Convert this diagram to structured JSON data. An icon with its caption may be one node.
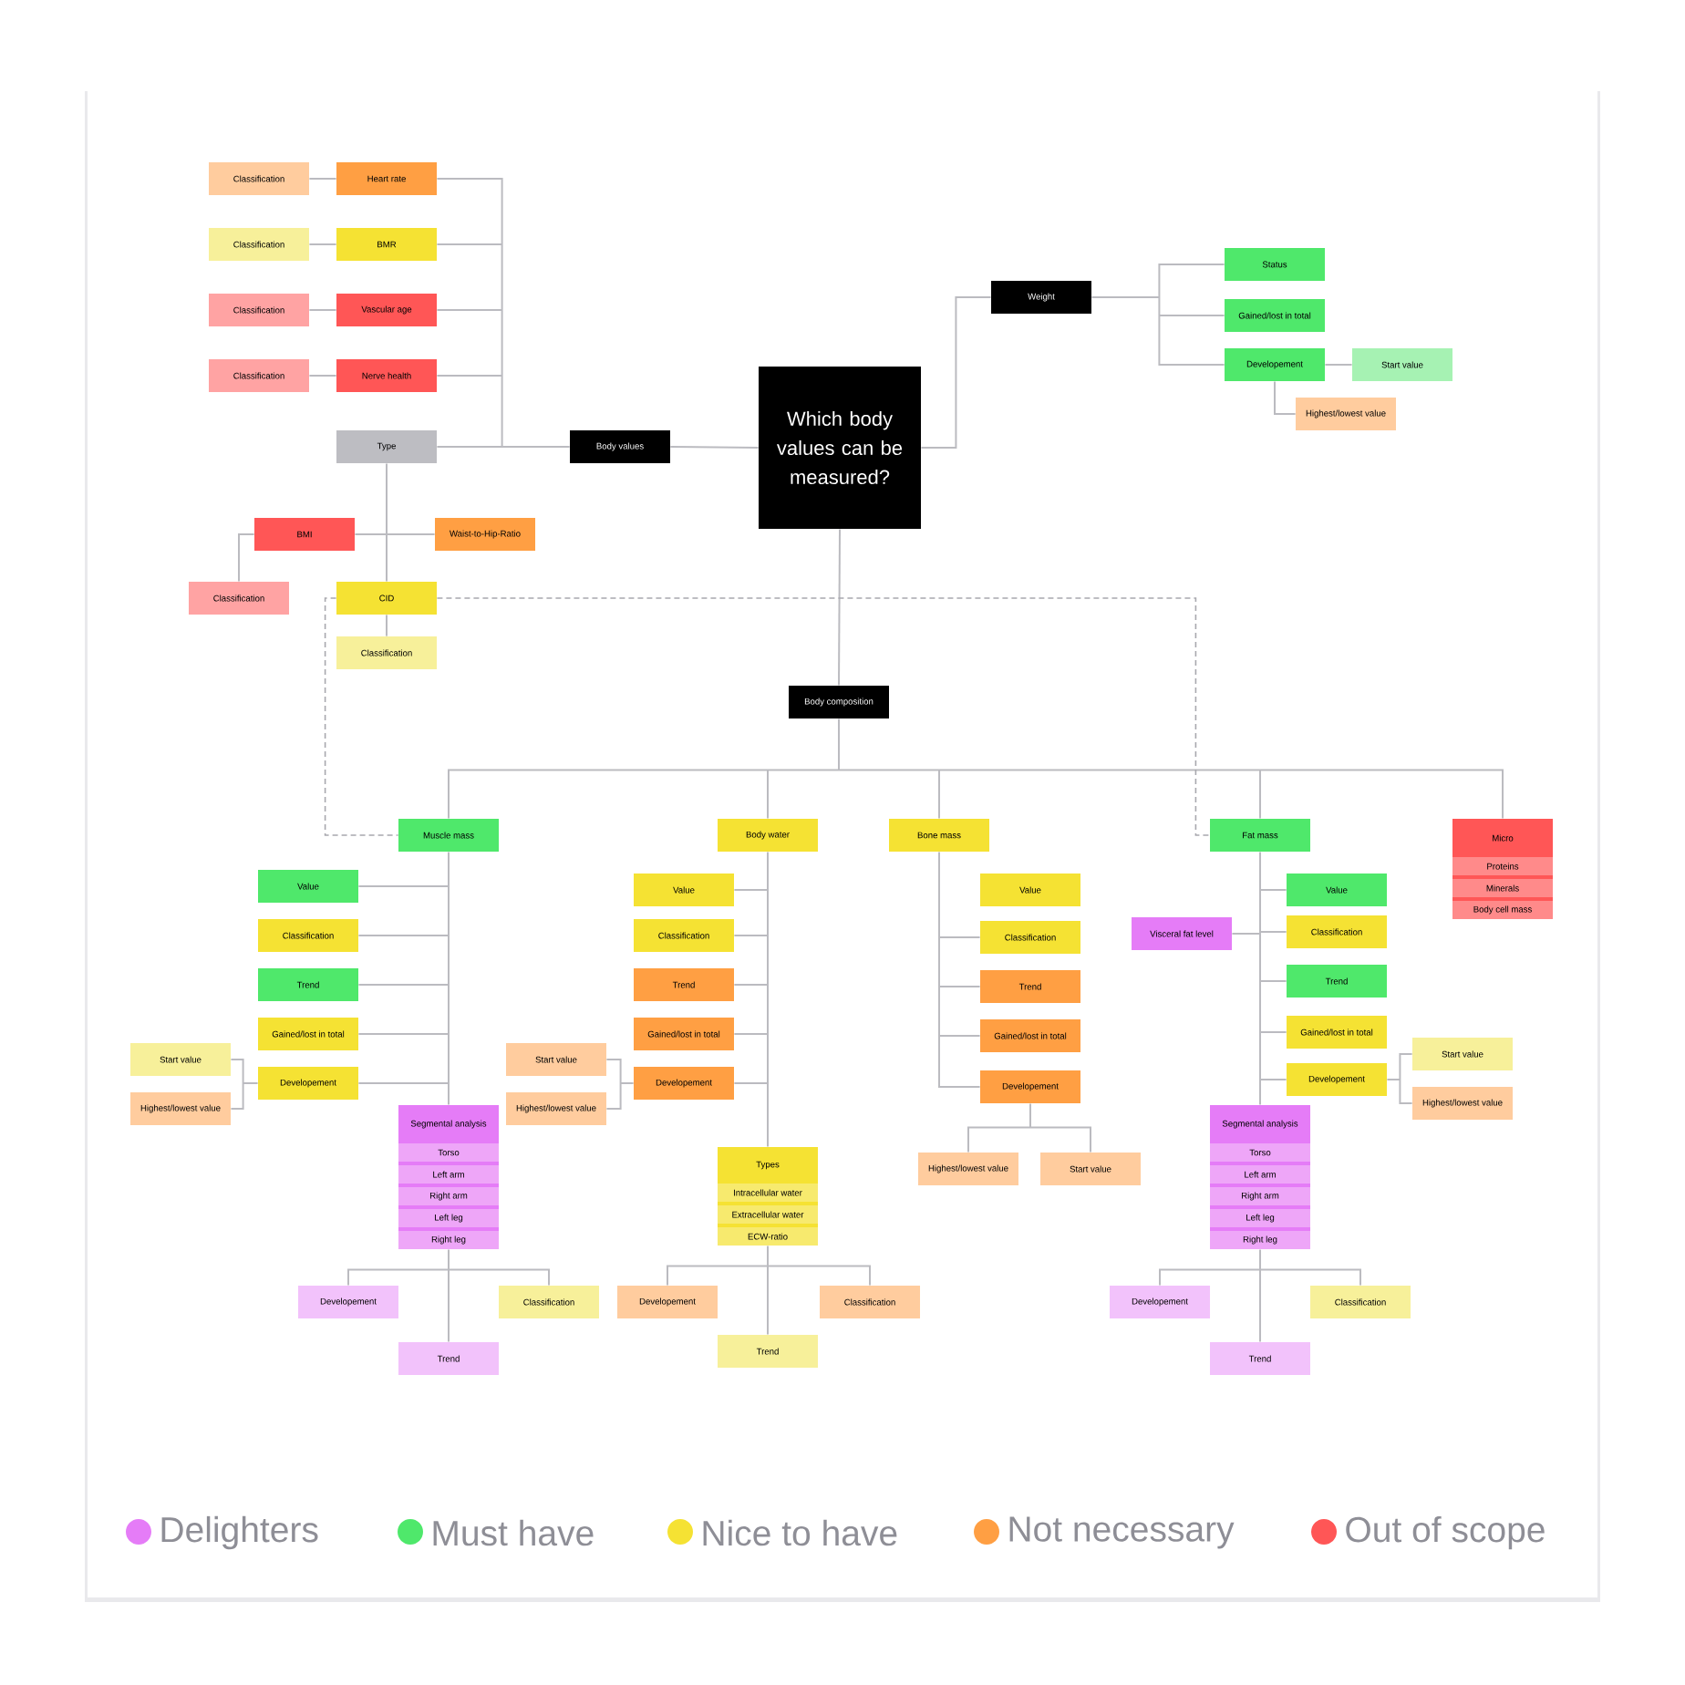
{
  "diagram": {
    "nodes": [
      {
        "text": [
          "Which body values can be measured?"
        ]
      },
      {
        "text": [
          "Body values"
        ]
      },
      {
        "text": [
          "Heart rate"
        ]
      },
      {
        "text": [
          "Classification"
        ]
      },
      {
        "text": [
          "BMR"
        ]
      },
      {
        "text": [
          "Classification"
        ]
      },
      {
        "text": [
          "Vascular age"
        ]
      },
      {
        "text": [
          "Classification"
        ]
      },
      {
        "text": [
          "Nerve health"
        ]
      },
      {
        "text": [
          "Classification"
        ]
      },
      {
        "text": [
          "Type"
        ]
      },
      {
        "text": [
          "BMI"
        ]
      },
      {
        "text": [
          "Waist-to-Hip-Ratio"
        ]
      },
      {
        "text": [
          "Classification"
        ]
      },
      {
        "text": [
          "CID"
        ]
      },
      {
        "text": [
          "Classification"
        ]
      },
      {
        "text": [
          "Weight"
        ]
      },
      {
        "text": [
          "Status"
        ]
      },
      {
        "text": [
          "Gained/lost in total"
        ]
      },
      {
        "text": [
          "Developement"
        ]
      },
      {
        "text": [
          "Start value"
        ]
      },
      {
        "text": [
          "Highest/lowest value"
        ]
      },
      {
        "text": [
          "Body composition"
        ]
      },
      {
        "text": [
          "Muscle mass"
        ]
      },
      {
        "text": [
          "Body water"
        ]
      },
      {
        "text": [
          "Bone mass"
        ]
      },
      {
        "text": [
          "Fat mass"
        ]
      },
      {
        "text": [
          "Micro",
          "Proteins",
          "Minerals",
          "Body cell mass"
        ]
      },
      {
        "text": [
          "Value"
        ]
      },
      {
        "text": [
          "Classification"
        ]
      },
      {
        "text": [
          "Trend"
        ]
      },
      {
        "text": [
          "Gained/lost in total"
        ]
      },
      {
        "text": [
          "Developement"
        ]
      },
      {
        "text": [
          "Start value"
        ]
      },
      {
        "text": [
          "Highest/lowest value"
        ]
      },
      {
        "text": [
          "Segmental analysis",
          "Torso",
          "Left arm",
          "Right arm",
          "Left leg",
          "Right leg"
        ]
      },
      {
        "text": [
          "Developement"
        ]
      },
      {
        "text": [
          "Classification"
        ]
      },
      {
        "text": [
          "Trend"
        ]
      },
      {
        "text": [
          "Value"
        ]
      },
      {
        "text": [
          "Classification"
        ]
      },
      {
        "text": [
          "Trend"
        ]
      },
      {
        "text": [
          "Gained/lost in total"
        ]
      },
      {
        "text": [
          "Developement"
        ]
      },
      {
        "text": [
          "Start value"
        ]
      },
      {
        "text": [
          "Highest/lowest value"
        ]
      },
      {
        "text": [
          "Types",
          "Intracellular water",
          "Extracellular water",
          "ECW-ratio"
        ]
      },
      {
        "text": [
          "Developement"
        ]
      },
      {
        "text": [
          "Classification"
        ]
      },
      {
        "text": [
          "Trend"
        ]
      },
      {
        "text": [
          "Value"
        ]
      },
      {
        "text": [
          "Classification"
        ]
      },
      {
        "text": [
          "Trend"
        ]
      },
      {
        "text": [
          "Gained/lost in total"
        ]
      },
      {
        "text": [
          "Developement"
        ]
      },
      {
        "text": [
          "Highest/lowest value"
        ]
      },
      {
        "text": [
          "Start value"
        ]
      },
      {
        "text": [
          "Value"
        ]
      },
      {
        "text": [
          "Visceral fat level"
        ]
      },
      {
        "text": [
          "Classification"
        ]
      },
      {
        "text": [
          "Trend"
        ]
      },
      {
        "text": [
          "Gained/lost in total"
        ]
      },
      {
        "text": [
          "Developement"
        ]
      },
      {
        "text": [
          "Start value"
        ]
      },
      {
        "text": [
          "Highest/lowest value"
        ]
      },
      {
        "text": [
          "Segmental analysis",
          "Torso",
          "Left arm",
          "Right arm",
          "Left leg",
          "Right leg"
        ]
      },
      {
        "text": [
          "Developement"
        ]
      },
      {
        "text": [
          "Classification"
        ]
      },
      {
        "text": [
          "Trend"
        ]
      }
    ],
    "edges": [
      {
        "from": 0,
        "to": 1,
        "arrow": "none"
      },
      {
        "from": 1,
        "to": 2,
        "arrow": "none"
      },
      {
        "from": 1,
        "to": 4,
        "arrow": "none"
      },
      {
        "from": 1,
        "to": 6,
        "arrow": "none"
      },
      {
        "from": 1,
        "to": 8,
        "arrow": "none"
      },
      {
        "from": 1,
        "to": 10,
        "arrow": "none"
      },
      {
        "from": 2,
        "to": 3,
        "arrow": "none"
      },
      {
        "from": 4,
        "to": 5,
        "arrow": "none"
      },
      {
        "from": 6,
        "to": 7,
        "arrow": "none"
      },
      {
        "from": 8,
        "to": 9,
        "arrow": "none"
      },
      {
        "from": 10,
        "to": 11,
        "arrow": "none"
      },
      {
        "from": 10,
        "to": 12,
        "arrow": "none"
      },
      {
        "from": 10,
        "to": 14,
        "arrow": "none"
      },
      {
        "from": 11,
        "to": 13,
        "arrow": "none"
      },
      {
        "from": 14,
        "to": 15,
        "arrow": "none"
      },
      {
        "from": 0,
        "to": 16,
        "arrow": "none"
      },
      {
        "from": 16,
        "to": 17,
        "arrow": "none"
      },
      {
        "from": 16,
        "to": 18,
        "arrow": "none"
      },
      {
        "from": 16,
        "to": 19,
        "arrow": "none"
      },
      {
        "from": 19,
        "to": 20,
        "arrow": "none"
      },
      {
        "from": 19,
        "to": 21,
        "arrow": "none"
      },
      {
        "from": 0,
        "to": 22,
        "arrow": "none"
      },
      {
        "from": 22,
        "to": 23,
        "arrow": "none"
      },
      {
        "from": 22,
        "to": 24,
        "arrow": "none"
      },
      {
        "from": 22,
        "to": 25,
        "arrow": "none"
      },
      {
        "from": 22,
        "to": 26,
        "arrow": "none"
      },
      {
        "from": 22,
        "to": 27,
        "arrow": "none"
      },
      {
        "from": 23,
        "to": 28,
        "arrow": "none"
      },
      {
        "from": 23,
        "to": 29,
        "arrow": "none"
      },
      {
        "from": 23,
        "to": 30,
        "arrow": "none"
      },
      {
        "from": 23,
        "to": 31,
        "arrow": "none"
      },
      {
        "from": 23,
        "to": 32,
        "arrow": "none"
      },
      {
        "from": 23,
        "to": 35,
        "arrow": "none"
      },
      {
        "from": 32,
        "to": 33,
        "arrow": "none"
      },
      {
        "from": 32,
        "to": 34,
        "arrow": "none"
      },
      {
        "from": 35,
        "to": 36,
        "arrow": "none"
      },
      {
        "from": 35,
        "to": 37,
        "arrow": "none"
      },
      {
        "from": 35,
        "to": 38,
        "arrow": "none"
      },
      {
        "from": 24,
        "to": 39,
        "arrow": "none"
      },
      {
        "from": 24,
        "to": 40,
        "arrow": "none"
      },
      {
        "from": 24,
        "to": 41,
        "arrow": "none"
      },
      {
        "from": 24,
        "to": 42,
        "arrow": "none"
      },
      {
        "from": 24,
        "to": 43,
        "arrow": "none"
      },
      {
        "from": 24,
        "to": 46,
        "arrow": "none"
      },
      {
        "from": 43,
        "to": 44,
        "arrow": "none"
      },
      {
        "from": 43,
        "to": 45,
        "arrow": "none"
      },
      {
        "from": 46,
        "to": 47,
        "arrow": "none"
      },
      {
        "from": 46,
        "to": 48,
        "arrow": "none"
      },
      {
        "from": 46,
        "to": 49,
        "arrow": "none"
      },
      {
        "from": 25,
        "to": 51,
        "arrow": "none"
      },
      {
        "from": 25,
        "to": 52,
        "arrow": "none"
      },
      {
        "from": 25,
        "to": 53,
        "arrow": "none"
      },
      {
        "from": 25,
        "to": 54,
        "arrow": "none"
      },
      {
        "from": 54,
        "to": 55,
        "arrow": "none"
      },
      {
        "from": 54,
        "to": 56,
        "arrow": "none"
      },
      {
        "from": 26,
        "to": 57,
        "arrow": "none"
      },
      {
        "from": 26,
        "to": 58,
        "arrow": "none"
      },
      {
        "from": 26,
        "to": 59,
        "arrow": "none"
      },
      {
        "from": 26,
        "to": 60,
        "arrow": "none"
      },
      {
        "from": 26,
        "to": 61,
        "arrow": "none"
      },
      {
        "from": 26,
        "to": 62,
        "arrow": "none"
      },
      {
        "from": 26,
        "to": 65,
        "arrow": "none"
      },
      {
        "from": 62,
        "to": 63,
        "arrow": "none"
      },
      {
        "from": 62,
        "to": 64,
        "arrow": "none"
      },
      {
        "from": 65,
        "to": 66,
        "arrow": "none"
      },
      {
        "from": 65,
        "to": 67,
        "arrow": "none"
      },
      {
        "from": 65,
        "to": 68,
        "arrow": "none"
      },
      {
        "from": 14,
        "to": 23,
        "arrow": "none",
        "style": "dashed"
      },
      {
        "from": 14,
        "to": 26,
        "arrow": "none",
        "style": "dashed"
      }
    ],
    "legend": [
      {
        "text": "Delighters",
        "color": "#e57cf7"
      },
      {
        "text": "Must have",
        "color": "#4fe86b"
      },
      {
        "text": "Nice to have",
        "color": "#f5e233"
      },
      {
        "text": "Not necessary",
        "color": "#ff9f43"
      },
      {
        "text": "Out of scope",
        "color": "#ff5656"
      }
    ]
  }
}
